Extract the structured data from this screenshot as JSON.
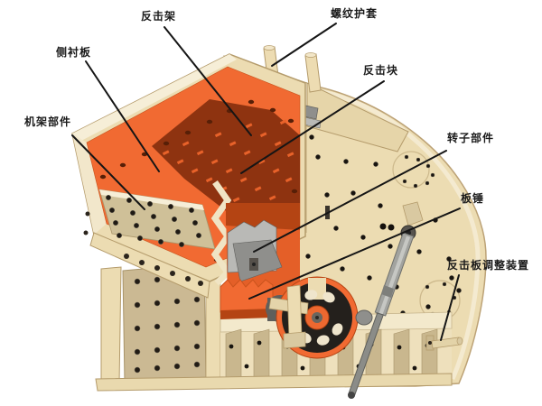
{
  "labels": [
    {
      "id": "impact-frame",
      "text": "反击架"
    },
    {
      "id": "threaded-sleeve",
      "text": "螺纹护套"
    },
    {
      "id": "side-liner-plate",
      "text": "侧衬板"
    },
    {
      "id": "frame-parts",
      "text": "机架部件"
    },
    {
      "id": "impact-block",
      "text": "反击块"
    },
    {
      "id": "rotor-parts",
      "text": "转子部件"
    },
    {
      "id": "blow-bar",
      "text": "板锤"
    },
    {
      "id": "impact-plate-adjusting-device",
      "text": "反击板调整装置"
    }
  ],
  "colors": {
    "body_cream": "#ecdcb2",
    "body_light": "#f6eed7",
    "tan_mid": "#d9c9a1",
    "tan_dark": "#c9b78e",
    "outline": "#b49b6b",
    "orange": "#f16a32",
    "orange_dark": "#c9531d",
    "red_dark": "#8e3310",
    "bolt_dark": "#2b241c",
    "gray_light": "#b9b9b6",
    "gray_mid": "#8f8f8c",
    "gray_dark": "#5f5f5c",
    "blue_disc": "#8ba4b8",
    "wheel_black": "#24201c",
    "leader_line": "#151515",
    "label_text": "#1a1a1a"
  }
}
